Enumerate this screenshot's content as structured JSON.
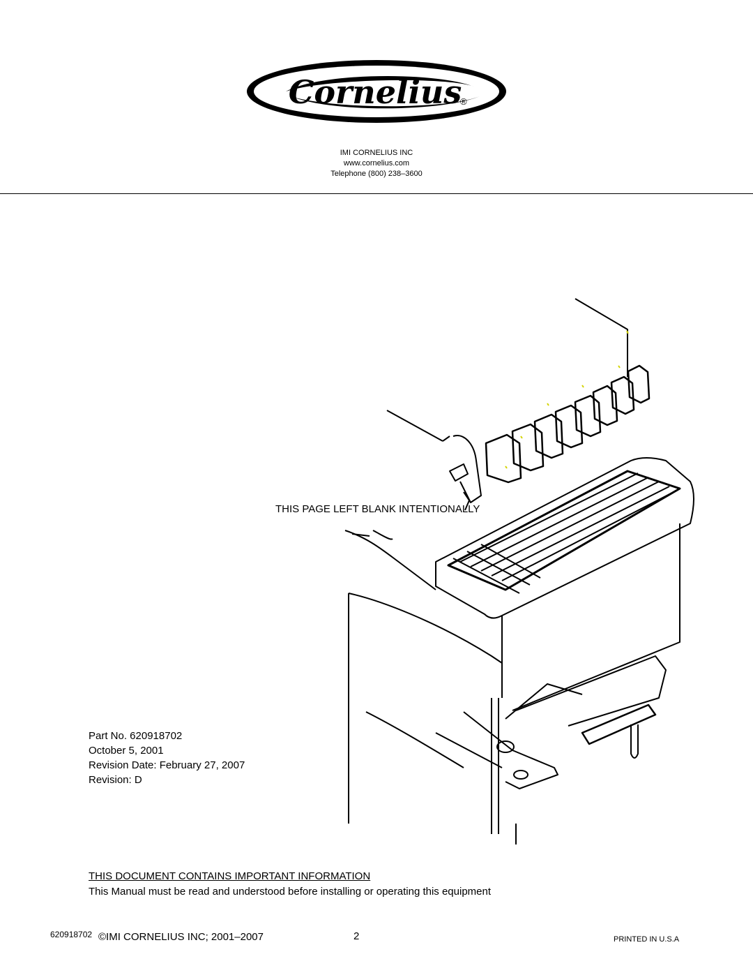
{
  "brand": {
    "logo_text": "Cornelius",
    "logo_mark": "®"
  },
  "company": {
    "name": "IMI CORNELIUS INC",
    "website": "www.cornelius.com",
    "telephone": "Telephone (800) 238–3600"
  },
  "blank_notice": "THIS PAGE LEFT BLANK INTENTIONALLY",
  "illustration": {
    "icon": "beverage-ice-dispenser-drawing"
  },
  "part_info": {
    "part_no": "Part No. 620918702",
    "date": "October 5, 2001",
    "revision_date": "Revision Date: February 27, 2007",
    "revision": "Revision: D"
  },
  "document_notice": {
    "heading": "THIS DOCUMENT CONTAINS IMPORTANT INFORMATION",
    "text": "This Manual must be read and understood before installing or operating this equipment"
  },
  "footer": {
    "part_no": "620918702",
    "copyright": "©IMI CORNELIUS INC; 2001–2007",
    "page": "2",
    "printed": "PRINTED IN U.S.A"
  },
  "colors": {
    "text": "#000000",
    "background": "#ffffff",
    "accent_marks": "#d4d400"
  }
}
